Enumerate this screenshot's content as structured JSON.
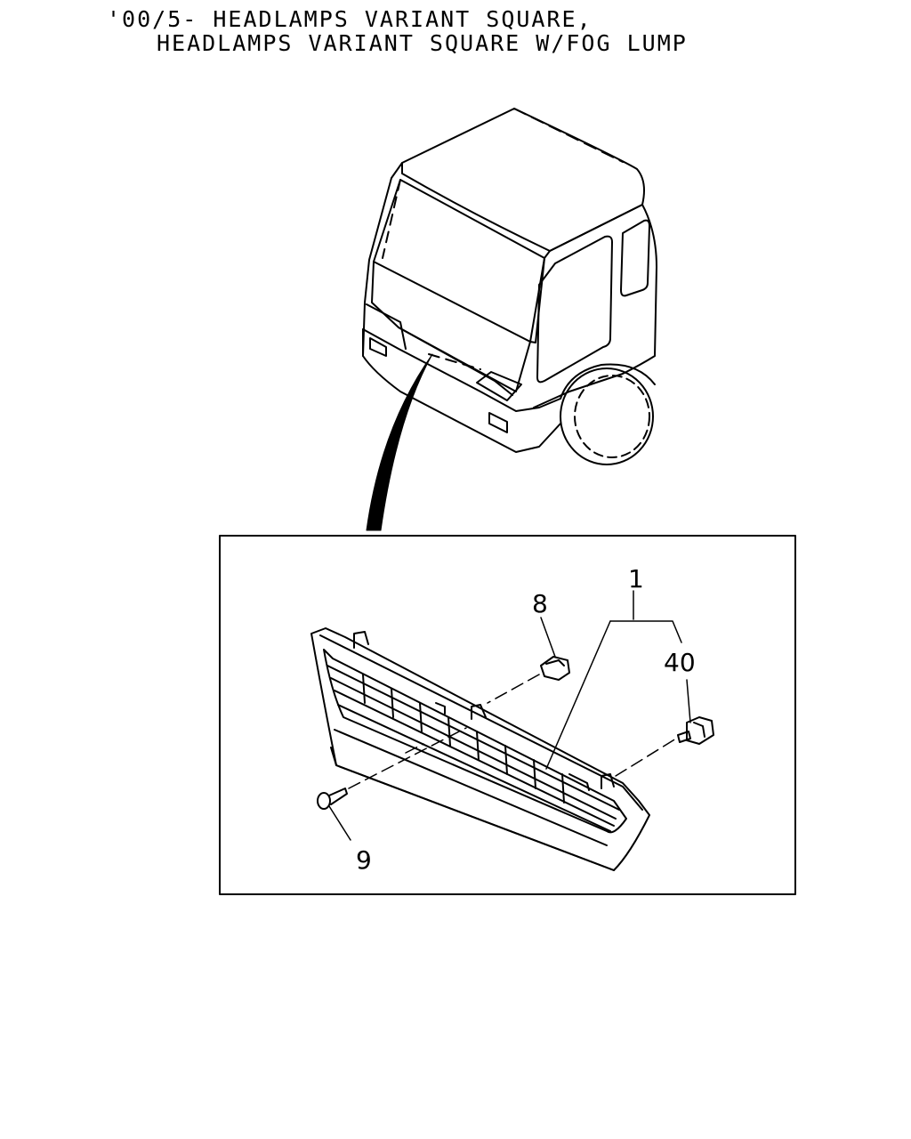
{
  "header": {
    "title_line1": "'00/5- HEADLAMPS VARIANT SQUARE,",
    "title_line2": "HEADLAMPS VARIANT SQUARE W/FOG LUMP"
  },
  "callouts": [
    {
      "id": "1",
      "label": "1"
    },
    {
      "id": "8",
      "label": "8"
    },
    {
      "id": "40",
      "label": "40"
    },
    {
      "id": "9",
      "label": "9"
    }
  ],
  "colors": {
    "ink": "#000000",
    "paper": "#ffffff"
  }
}
